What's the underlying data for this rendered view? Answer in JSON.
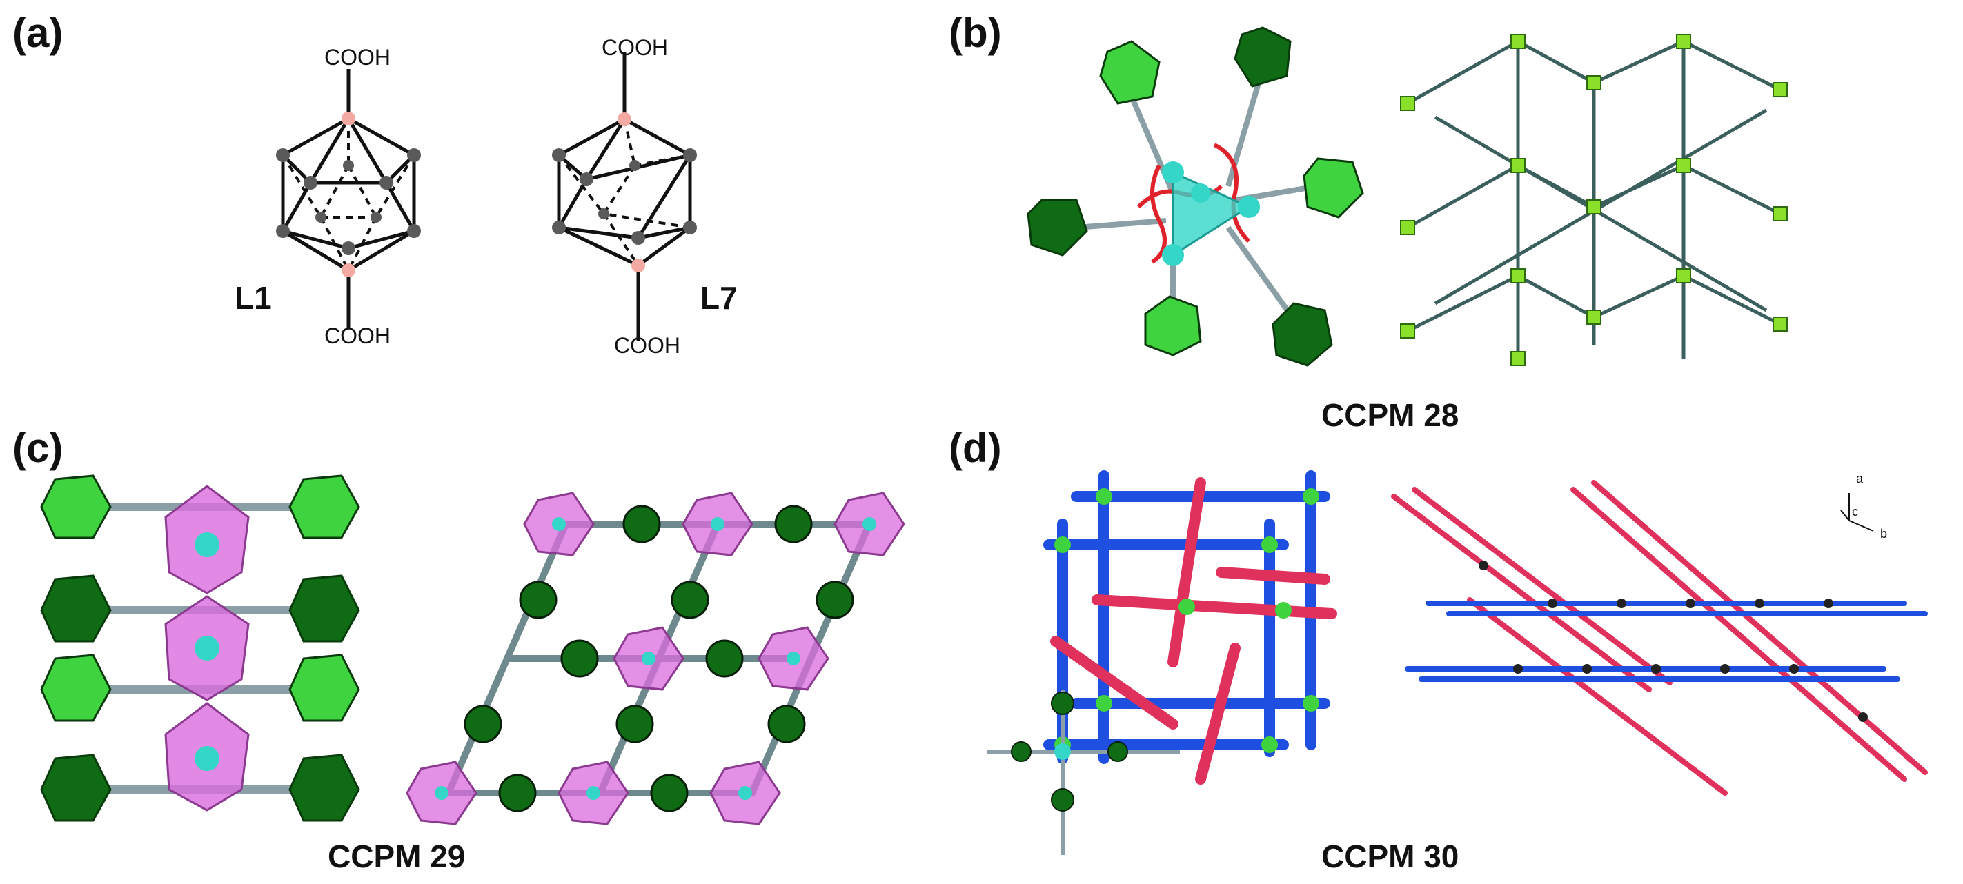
{
  "panels": {
    "a": {
      "label": "(a)",
      "groups": [
        "COOH",
        "COOH",
        "COOH",
        "COOH"
      ],
      "ligands": [
        "L1",
        "L7"
      ]
    },
    "b": {
      "label": "(b)",
      "caption": "CCPM 28"
    },
    "c": {
      "label": "(c)",
      "caption": "CCPM 29"
    },
    "d": {
      "label": "(d)",
      "caption": "CCPM 30",
      "axes": [
        "a",
        "c",
        "b"
      ]
    }
  },
  "colors": {
    "cluster_light": "#3fd43f",
    "cluster_dark": "#0f6b14",
    "cluster_edge": "#083a0b",
    "metal": "#34d6c8",
    "oxygen": "#e0222a",
    "bond": "#8aa0a6",
    "polyhedron": "#d96bde",
    "rod_blue": "#1e4fe0",
    "rod_red": "#e0305c",
    "boron_pink": "#f4a9a3",
    "boron_gray": "#5a5a5a"
  },
  "icons": [
    "carborane-cage-icon",
    "icosahedral-cluster-icon",
    "coordination-polyhedron-icon"
  ]
}
